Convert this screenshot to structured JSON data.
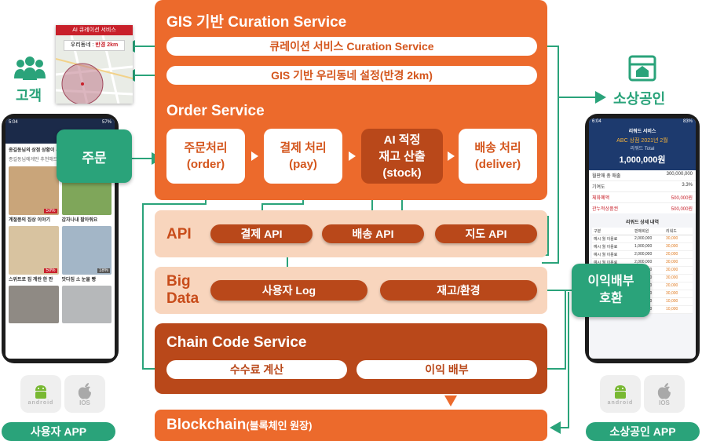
{
  "gis": {
    "title": "GIS 기반 Curation Service",
    "curation_label": "큐레이션 서비스 Curation Service",
    "setting_label": "GIS 기반 우리동네 설정(반경 2km)"
  },
  "order": {
    "title": "Order Service",
    "steps": [
      {
        "line1": "주문처리",
        "line2": "(order)"
      },
      {
        "line1": "결제 처리",
        "line2": "(pay)"
      },
      {
        "line1": "AI 적정",
        "line2": "재고 산출",
        "line3": "(stock)"
      },
      {
        "line1": "배송 처리",
        "line2": "(deliver)"
      }
    ]
  },
  "api": {
    "title": "API",
    "items": [
      "결제 API",
      "배송 API",
      "지도 API"
    ]
  },
  "bigdata": {
    "title_line1": "Big",
    "title_line2": "Data",
    "items": [
      "사용자 Log",
      "재고/환경"
    ]
  },
  "chaincode": {
    "title": "Chain Code Service",
    "items": [
      "수수료 계산",
      "이익 배부"
    ]
  },
  "blockchain": {
    "title": "Blockchain",
    "subtitle": "(블록체인 원장)"
  },
  "left": {
    "customer_label": "고객",
    "order_box": "주문",
    "app_label": "사용자 APP",
    "os": [
      "android",
      "IOS"
    ],
    "map_card": {
      "header": "AI 큐레이션 서비스",
      "tag_prefix": "우리동네 : ",
      "tag_value": "반경 2km"
    },
    "phone": {
      "time": "5:04",
      "battery": "57%",
      "banner": "종길동님의 상점 상황이 우선",
      "subtitle": "종길동님에게만 추천해드려",
      "products": [
        {
          "name": "계절풍의 집상 이야기",
          "badge": "50%"
        },
        {
          "name": "감자나내 팔아줘요",
          "badge": ""
        },
        {
          "name": "스위트로 집 계란 한 판",
          "badge": "50%"
        },
        {
          "name": "맛다짐 소 눈물 빵",
          "badge": "18%"
        },
        {
          "name": "",
          "badge": ""
        },
        {
          "name": "",
          "badge": ""
        }
      ]
    }
  },
  "right": {
    "merchant_label": "소상공인",
    "profit_box_line1": "이익배부",
    "profit_box_line2": "호환",
    "app_label": "소상공인 APP",
    "os": [
      "android",
      "IOS"
    ],
    "phone": {
      "time": "6:04",
      "battery": "83%",
      "header": "리워드 서비스",
      "month_line": "ABC 상점 2021년 2월",
      "total_label": "리워드 Total",
      "total_value": "1,000,000원",
      "stats": [
        {
          "label": "월판매 총 매출",
          "value": "300,000,000"
        },
        {
          "label": "기여도",
          "value": "3.3%"
        },
        {
          "label": "체화폐액",
          "value": "500,000원"
        },
        {
          "label": "관누적상품권",
          "value": "500,000원"
        }
      ],
      "detail_title": "리워드 상세 내역",
      "detail_headers": [
        "구분",
        "판매회원",
        "리워드"
      ],
      "detail_rows": [
        [
          "예시 월 이용료",
          "2,000,000",
          "30,000"
        ],
        [
          "예시 월 이용료",
          "1,000,000",
          "30,000"
        ],
        [
          "예시 월 이용료",
          "2,000,000",
          "20,000"
        ],
        [
          "예시 월 이용료",
          "2,000,000",
          "30,000"
        ],
        [
          "예시 월 이용료",
          "3,000,000",
          "30,000"
        ],
        [
          "예시 월 이용료",
          "2,000,000",
          "30,000"
        ],
        [
          "예시 월 이용료",
          "2,000,000",
          "20,000"
        ],
        [
          "예시 월 이용료",
          "1,000,000",
          "30,000"
        ],
        [
          "예시 월 이용료",
          "1,000,000",
          "10,000"
        ],
        [
          "예시 2대 이용료",
          "1,000,000",
          "10,000"
        ]
      ]
    }
  },
  "colors": {
    "orange": "#ec6a2c",
    "brown": "#b9481a",
    "peach": "#f8d5bd",
    "green": "#2aa37a",
    "navy": "#1d3a6e"
  }
}
